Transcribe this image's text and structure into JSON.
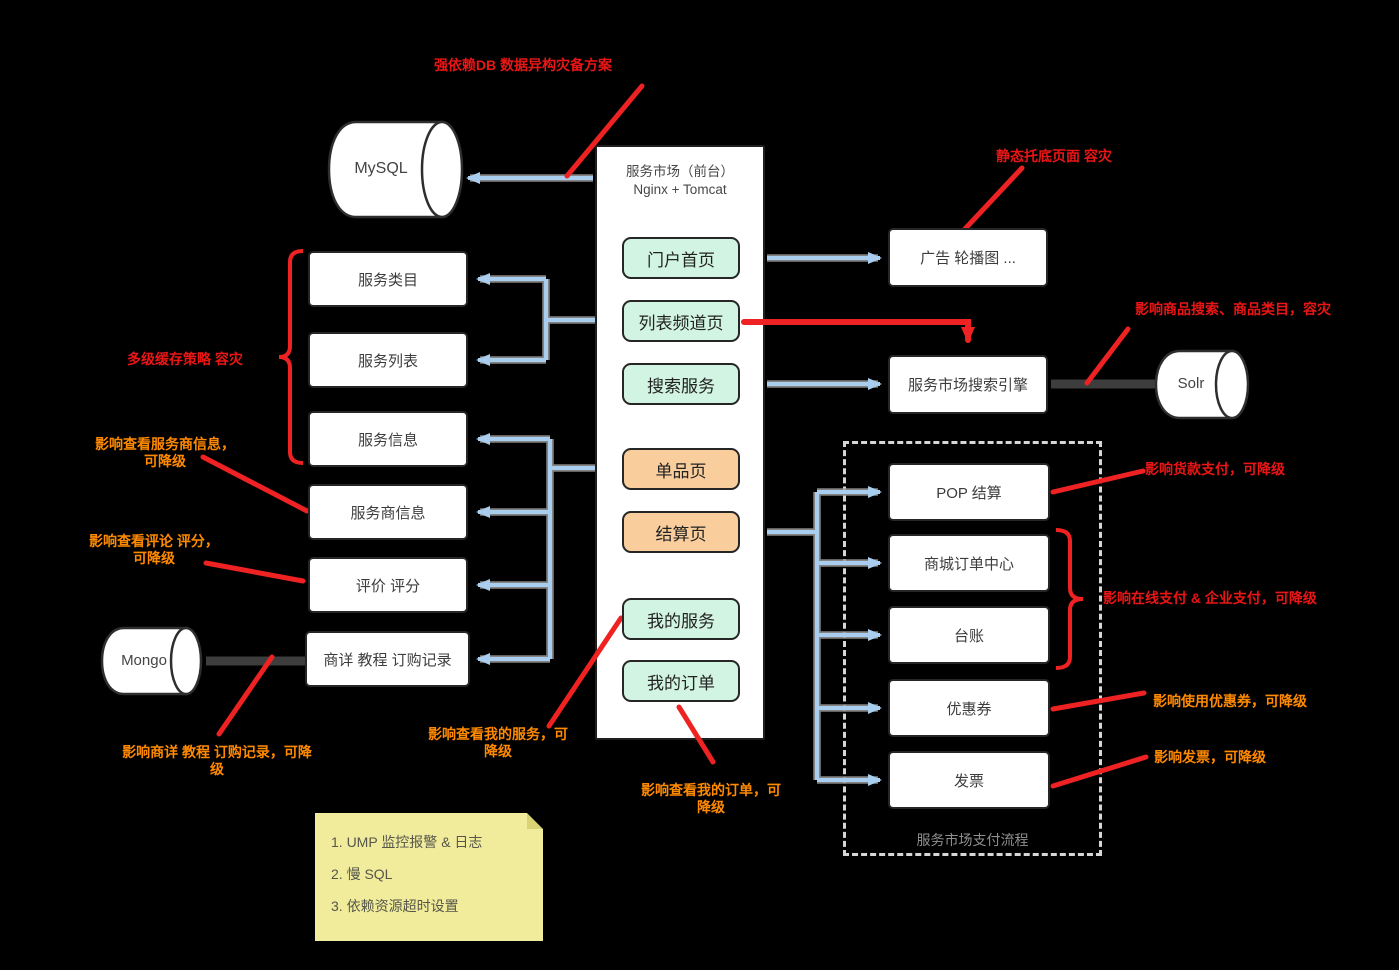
{
  "frontend": {
    "title_line1": "服务市场（前台）",
    "title_line2": "Nginx + Tomcat",
    "pages": [
      {
        "label": "门户首页",
        "type": "green"
      },
      {
        "label": "列表频道页",
        "type": "green"
      },
      {
        "label": "搜索服务",
        "type": "green"
      },
      {
        "label": "单品页",
        "type": "orange"
      },
      {
        "label": "结算页",
        "type": "orange"
      },
      {
        "label": "我的服务",
        "type": "green"
      },
      {
        "label": "我的订单",
        "type": "green"
      }
    ]
  },
  "left_services": [
    {
      "label": "服务类目"
    },
    {
      "label": "服务列表"
    },
    {
      "label": "服务信息"
    },
    {
      "label": "服务商信息"
    },
    {
      "label": "评价 评分"
    },
    {
      "label": "商详 教程 订购记录"
    }
  ],
  "right_services": [
    {
      "label": "广告 轮播图  ..."
    },
    {
      "label": "服务市场搜索引擎"
    }
  ],
  "databases": {
    "mysql": "MySQL",
    "solr": "Solr",
    "mongo": "Mongo"
  },
  "payment": {
    "label": "服务市场支付流程",
    "boxes": [
      {
        "label": "POP 结算"
      },
      {
        "label": "商城订单中心"
      },
      {
        "label": "台账"
      },
      {
        "label": "优惠券"
      },
      {
        "label": "发票"
      }
    ]
  },
  "annotations": {
    "db_dr": "强依赖DB 数据异构灾备方案",
    "static_fallback": "静态托底页面 容灾",
    "search_impact": "影响商品搜索、商品类目，容灾",
    "cache_strategy": "多级缓存策略 容灾",
    "provider_info": "影响查看服务商信息，可降级",
    "reviews": "影响查看评论 评分，可降级",
    "detail_records": "影响商详 教程 订购记录，可降级",
    "my_services": "影响查看我的服务，可降级",
    "my_orders": "影响查看我的订单，可降级",
    "payment_pop": "影响货款支付，可降级",
    "payment_online": "影响在线支付 & 企业支付，可降级",
    "coupon": "影响使用优惠券，可降级",
    "invoice": "影响发票，可降级"
  },
  "note": {
    "lines": [
      "1. UMP 监控报警 & 日志",
      "2. 慢 SQL",
      "3. 依赖资源超时设置"
    ]
  },
  "colors": {
    "background": "#000000",
    "green_box": "#d2f4e2",
    "orange_box": "#f9cd9c",
    "blue_line": "#a9cdee",
    "red_annotation": "#ea1515",
    "orange_annotation": "#ff8a00",
    "note_bg": "#f0ec9c"
  }
}
